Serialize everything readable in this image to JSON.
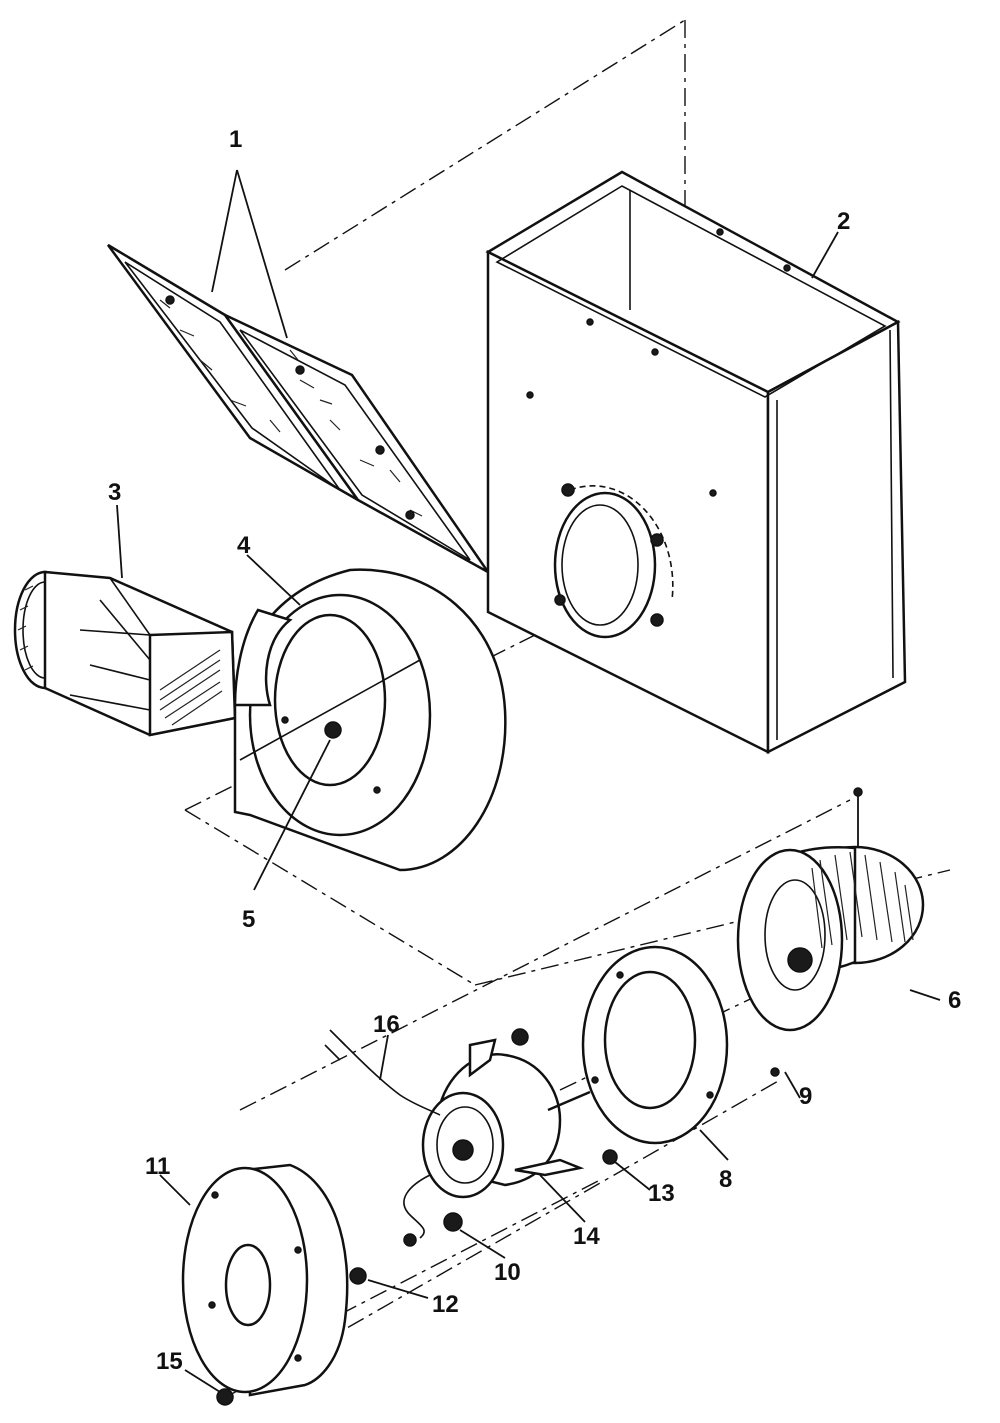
{
  "labels": {
    "l1": "1",
    "l2": "2",
    "l3": "3",
    "l4": "4",
    "l5": "5",
    "l6": "6",
    "l8": "8",
    "l9": "9",
    "l10": "10",
    "l11": "11",
    "l12": "12",
    "l13": "13",
    "l14": "14",
    "l15": "15",
    "l16": "16"
  }
}
